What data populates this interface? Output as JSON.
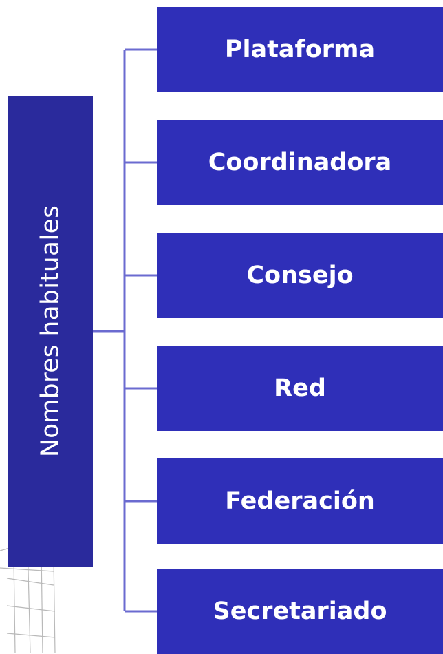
{
  "diagram": {
    "root": {
      "label": "Nombres habituales"
    },
    "children": [
      {
        "label": "Plataforma"
      },
      {
        "label": "Coordinadora"
      },
      {
        "label": "Consejo"
      },
      {
        "label": "Red"
      },
      {
        "label": "Federación"
      },
      {
        "label": "Secretariado"
      }
    ]
  },
  "colors": {
    "root_fill": "#2a2a9c",
    "child_fill": "#2f2fb8",
    "connector": "#6b6bd0",
    "text": "#ffffff"
  }
}
